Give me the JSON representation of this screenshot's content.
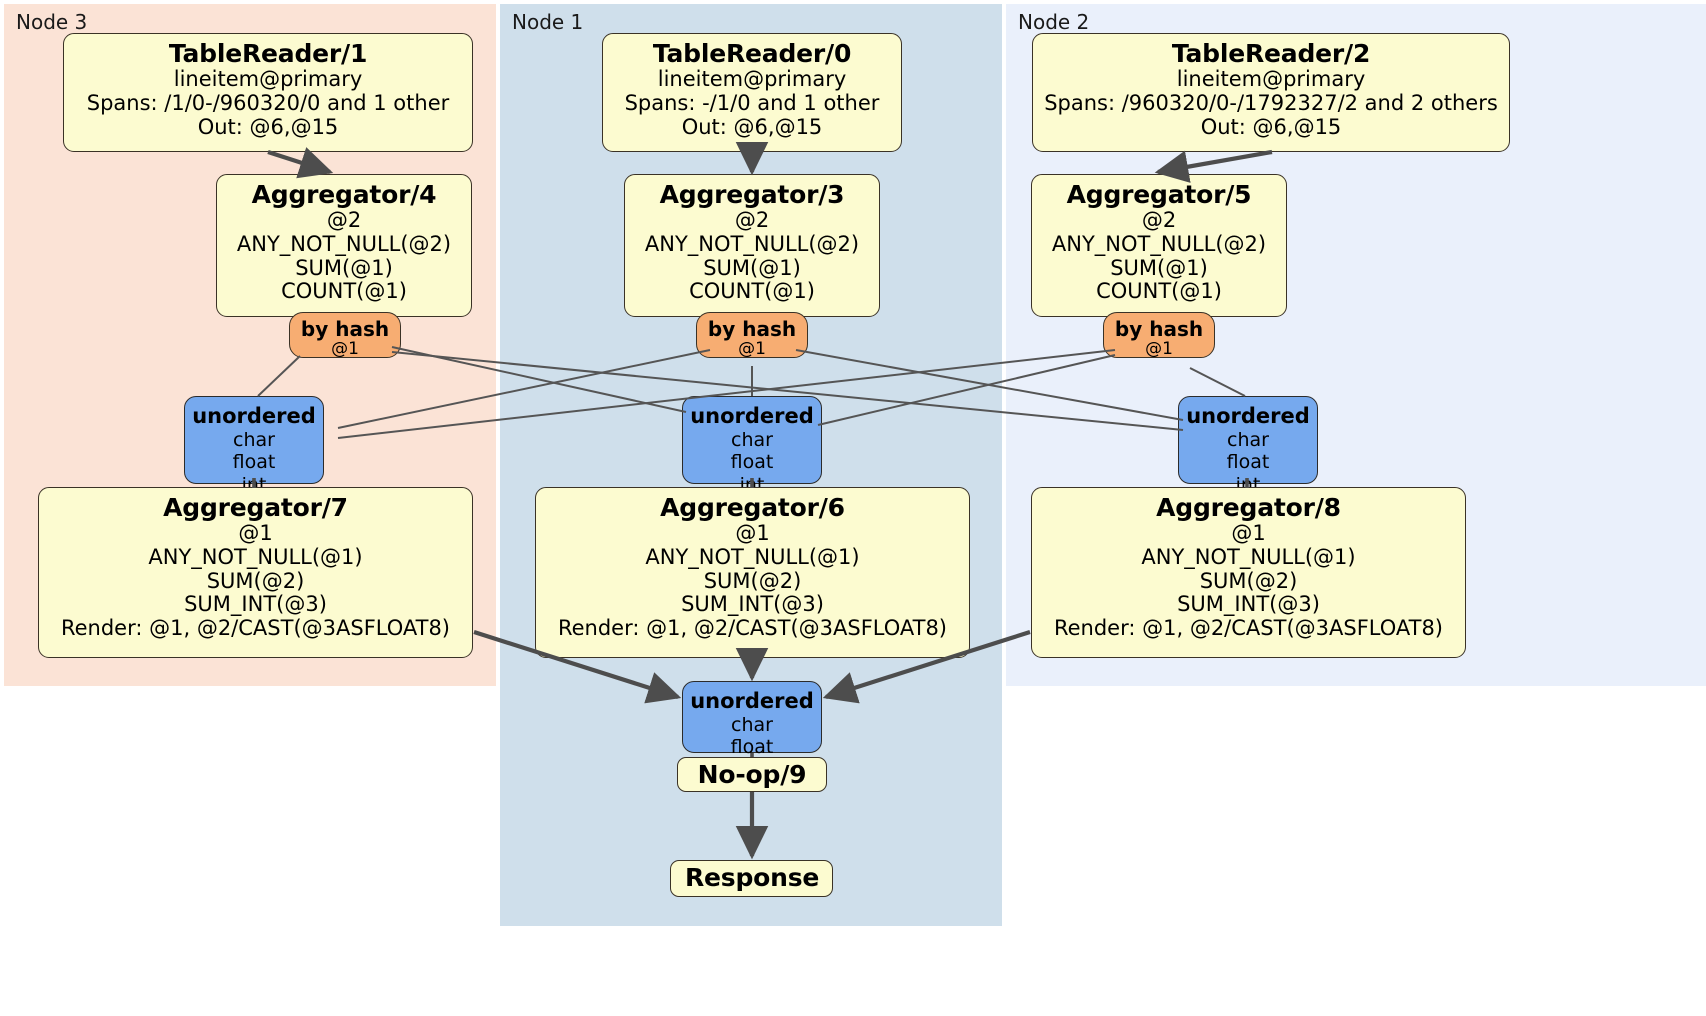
{
  "diagram": {
    "title": "Distributed query plan",
    "colors": {
      "region_node3": "#fbe3d6",
      "region_node1": "#cfdfeb",
      "region_node2": "#eaf0fb",
      "processor_fill": "#fcfbd0",
      "router_fill": "#f7ad72",
      "sync_fill": "#76a9ee",
      "edge": "#4d4d4d",
      "border": "#3a3226"
    }
  },
  "regions": [
    {
      "id": "node3",
      "label": "Node 3"
    },
    {
      "id": "node1",
      "label": "Node 1"
    },
    {
      "id": "node2",
      "label": "Node 2"
    }
  ],
  "processors": {
    "table_reader_1": {
      "title": "TableReader/1",
      "lines": [
        "lineitem@primary",
        "Spans: /1/0-/960320/0 and 1 other",
        "Out: @6,@15"
      ]
    },
    "table_reader_0": {
      "title": "TableReader/0",
      "lines": [
        "lineitem@primary",
        "Spans: -/1/0 and 1 other",
        "Out: @6,@15"
      ]
    },
    "table_reader_2": {
      "title": "TableReader/2",
      "lines": [
        "lineitem@primary",
        "Spans: /960320/0-/1792327/2 and 2 others",
        "Out: @6,@15"
      ]
    },
    "aggregator_4": {
      "title": "Aggregator/4",
      "lines": [
        "@2",
        "ANY_NOT_NULL(@2)",
        "SUM(@1)",
        "COUNT(@1)"
      ]
    },
    "aggregator_3": {
      "title": "Aggregator/3",
      "lines": [
        "@2",
        "ANY_NOT_NULL(@2)",
        "SUM(@1)",
        "COUNT(@1)"
      ]
    },
    "aggregator_5": {
      "title": "Aggregator/5",
      "lines": [
        "@2",
        "ANY_NOT_NULL(@2)",
        "SUM(@1)",
        "COUNT(@1)"
      ]
    },
    "aggregator_7": {
      "title": "Aggregator/7",
      "lines": [
        "@1",
        "ANY_NOT_NULL(@1)",
        "SUM(@2)",
        "SUM_INT(@3)",
        "Render: @1, @2/CAST(@3ASFLOAT8)"
      ]
    },
    "aggregator_6": {
      "title": "Aggregator/6",
      "lines": [
        "@1",
        "ANY_NOT_NULL(@1)",
        "SUM(@2)",
        "SUM_INT(@3)",
        "Render: @1, @2/CAST(@3ASFLOAT8)"
      ]
    },
    "aggregator_8": {
      "title": "Aggregator/8",
      "lines": [
        "@1",
        "ANY_NOT_NULL(@1)",
        "SUM(@2)",
        "SUM_INT(@3)",
        "Render: @1, @2/CAST(@3ASFLOAT8)"
      ]
    },
    "noop_9": {
      "title": "No-op/9",
      "lines": []
    },
    "response": {
      "title": "Response",
      "lines": []
    }
  },
  "routers": {
    "hash_left": {
      "title": "by hash",
      "subtitle": "@1"
    },
    "hash_center": {
      "title": "by hash",
      "subtitle": "@1"
    },
    "hash_right": {
      "title": "by hash",
      "subtitle": "@1"
    }
  },
  "synchronizers": {
    "sync_left": {
      "title": "unordered",
      "types": [
        "char",
        "float",
        "int"
      ]
    },
    "sync_center": {
      "title": "unordered",
      "types": [
        "char",
        "float",
        "int"
      ]
    },
    "sync_right": {
      "title": "unordered",
      "types": [
        "char",
        "float",
        "int"
      ]
    },
    "sync_final": {
      "title": "unordered",
      "types": [
        "char",
        "float"
      ]
    }
  }
}
